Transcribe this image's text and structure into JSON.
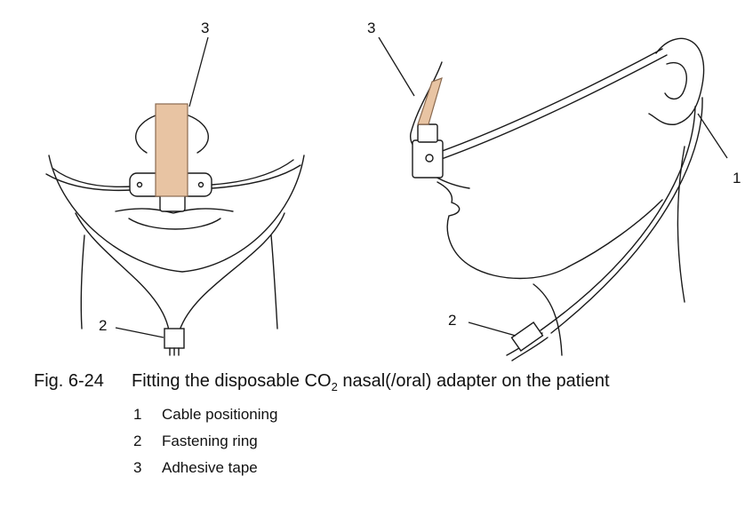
{
  "callouts": {
    "front_tape": "3",
    "side_tape": "3",
    "side_cable": "1",
    "front_ring": "2",
    "side_ring": "2"
  },
  "caption": {
    "figure_number": "Fig. 6-24",
    "text_before": "Fitting the disposable CO",
    "subscript": "2",
    "text_after": " nasal(/oral) adapter on the patient"
  },
  "legend": [
    {
      "number": "1",
      "label": "Cable positioning"
    },
    {
      "number": "2",
      "label": "Fastening ring"
    },
    {
      "number": "3",
      "label": "Adhesive tape"
    }
  ],
  "colors": {
    "line": "#1a1a1a",
    "tape_fill": "#e8c4a3",
    "tape_stroke": "#8a6a50"
  }
}
